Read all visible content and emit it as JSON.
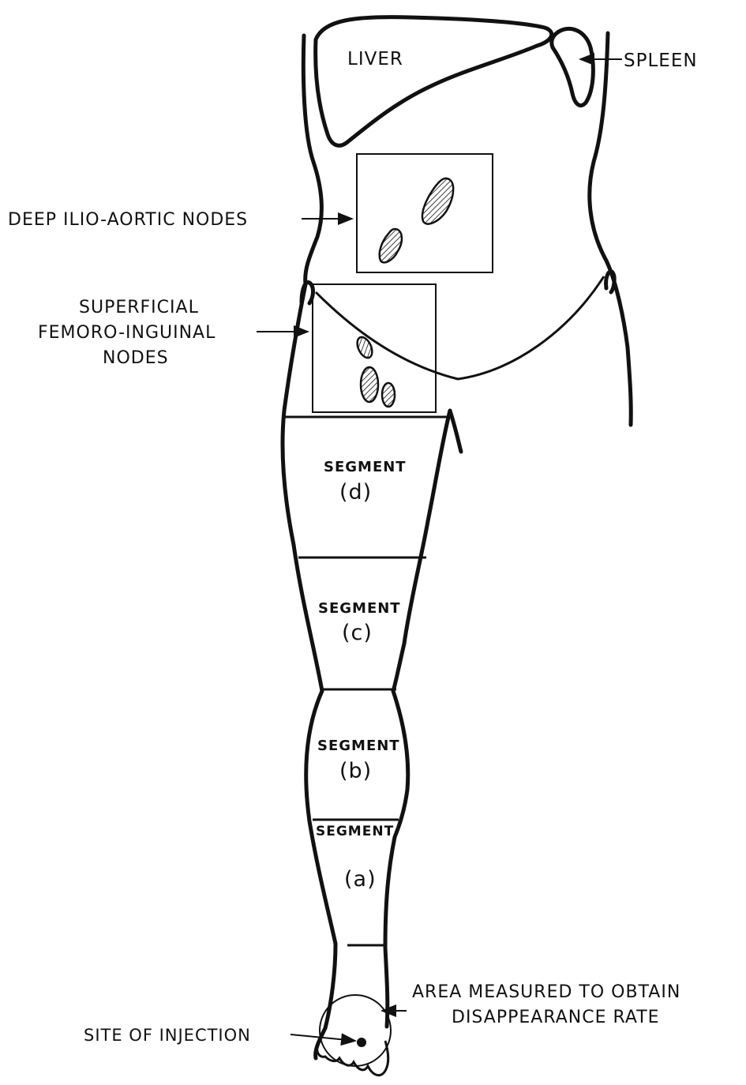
{
  "labels": {
    "liver": "LIVER",
    "spleen": "SPLEEN",
    "deep_nodes": "DEEP ILIO-AORTIC NODES",
    "superficial_nodes": [
      "SUPERFICIAL",
      "FEMORO-INGUINAL",
      "NODES"
    ],
    "segment_word": "SEGMENT",
    "segment_d": "(d)",
    "segment_c": "(c)",
    "segment_b": "(b)",
    "segment_a": "(a)",
    "area_measured": [
      "AREA MEASURED TO OBTAIN",
      "DISAPPEARANCE RATE"
    ],
    "injection_site": "SITE OF INJECTION"
  }
}
